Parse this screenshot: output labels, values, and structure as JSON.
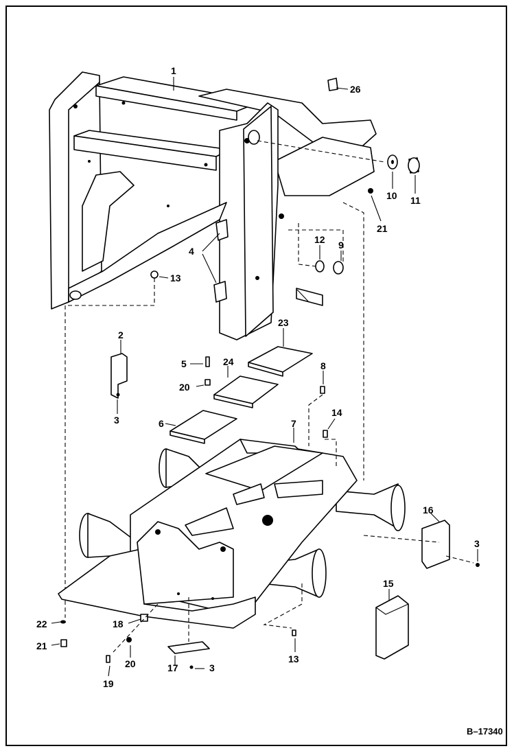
{
  "drawing_code": "B–17340",
  "callouts": {
    "c1": "1",
    "c2": "2",
    "c3a": "3",
    "c3b": "3",
    "c3c": "3",
    "c4": "4",
    "c5": "5",
    "c6": "6",
    "c7": "7",
    "c8": "8",
    "c9": "9",
    "c10": "10",
    "c11": "11",
    "c12": "12",
    "c13a": "13",
    "c13b": "13",
    "c14": "14",
    "c15": "15",
    "c16": "16",
    "c17": "17",
    "c18": "18",
    "c19": "19",
    "c20a": "20",
    "c20b": "20",
    "c21a": "21",
    "c21b": "21",
    "c22": "22",
    "c23": "23",
    "c24": "24",
    "c26": "26"
  }
}
